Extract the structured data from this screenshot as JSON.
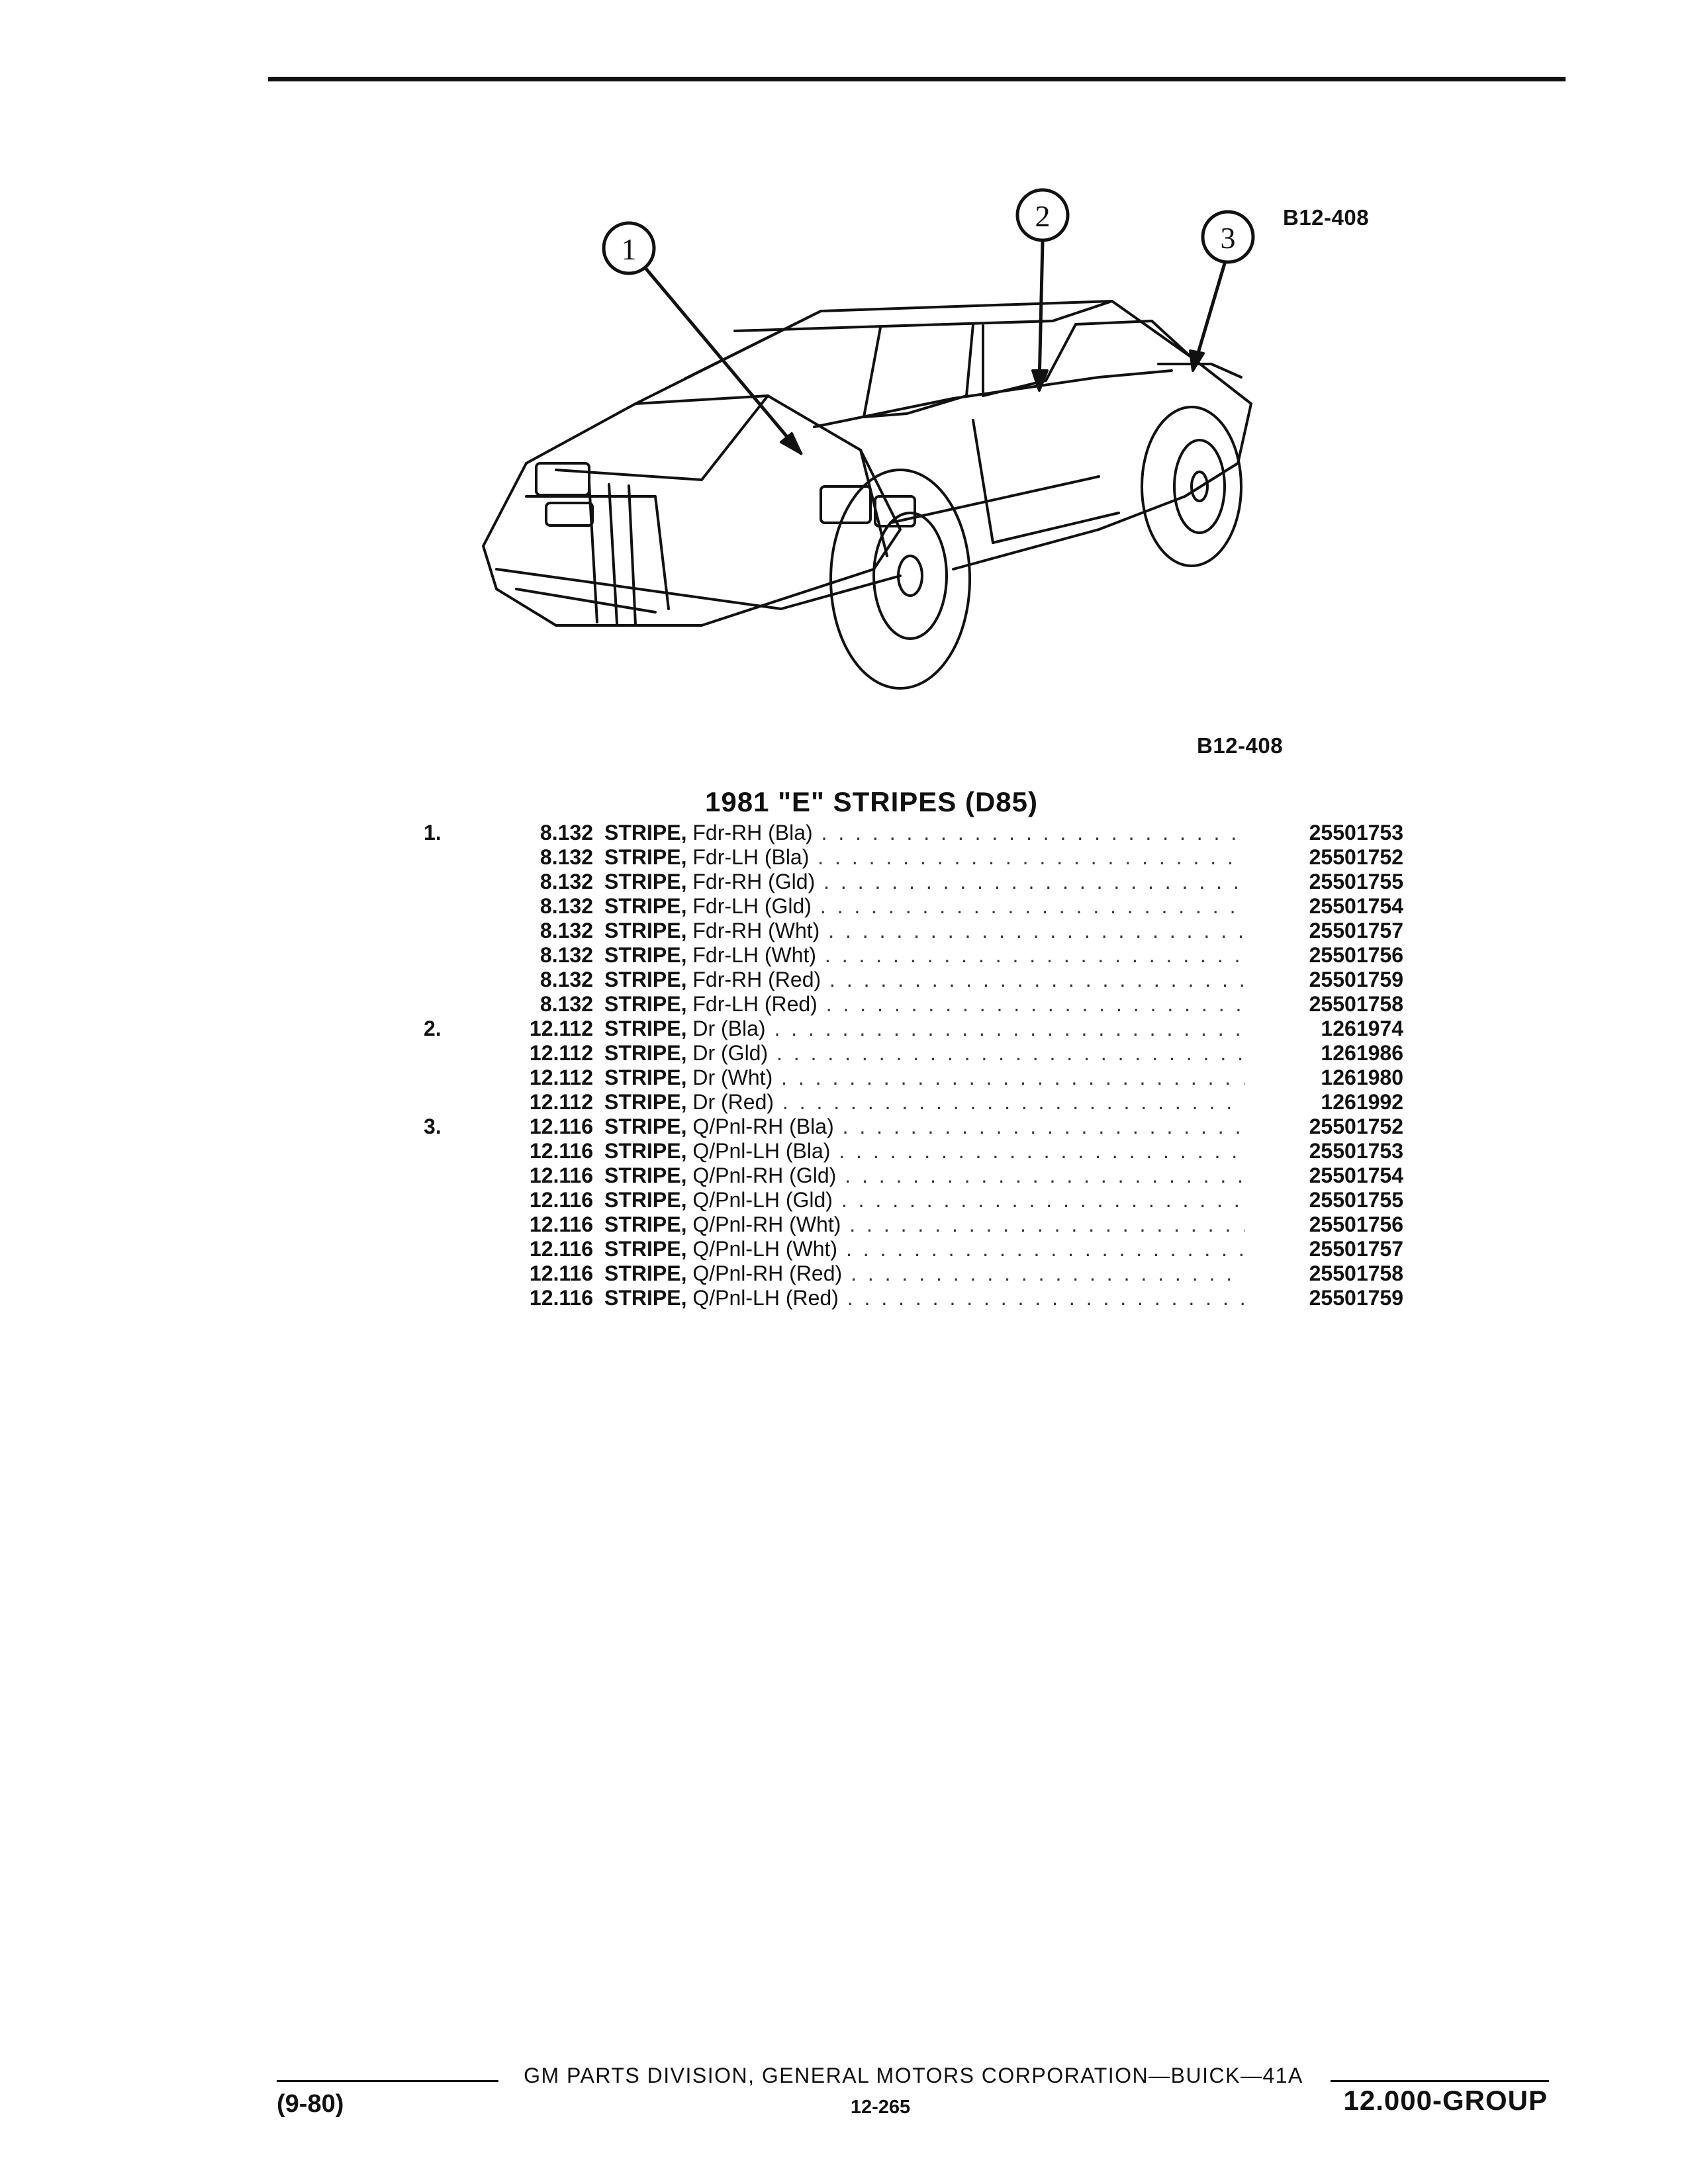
{
  "figure": {
    "label_top": "B12-408",
    "label_bottom": "B12-408",
    "callouts": [
      "1",
      "2",
      "3"
    ]
  },
  "section_title": "1981 \"E\" STRIPES (D85)",
  "parts": [
    {
      "index": "1.",
      "group": "8.132",
      "name": "STRIPE,",
      "spec": "Fdr-RH (Bla)",
      "part_no": "25501753"
    },
    {
      "index": "",
      "group": "8.132",
      "name": "STRIPE,",
      "spec": "Fdr-LH (Bla)",
      "part_no": "25501752"
    },
    {
      "index": "",
      "group": "8.132",
      "name": "STRIPE,",
      "spec": "Fdr-RH (Gld)",
      "part_no": "25501755"
    },
    {
      "index": "",
      "group": "8.132",
      "name": "STRIPE,",
      "spec": "Fdr-LH (Gld)",
      "part_no": "25501754"
    },
    {
      "index": "",
      "group": "8.132",
      "name": "STRIPE,",
      "spec": "Fdr-RH (Wht)",
      "part_no": "25501757"
    },
    {
      "index": "",
      "group": "8.132",
      "name": "STRIPE,",
      "spec": "Fdr-LH (Wht)",
      "part_no": "25501756"
    },
    {
      "index": "",
      "group": "8.132",
      "name": "STRIPE,",
      "spec": "Fdr-RH (Red)",
      "part_no": "25501759"
    },
    {
      "index": "",
      "group": "8.132",
      "name": "STRIPE,",
      "spec": "Fdr-LH (Red)",
      "part_no": "25501758"
    },
    {
      "index": "2.",
      "group": "12.112",
      "name": "STRIPE,",
      "spec": "Dr (Bla)",
      "part_no": "1261974"
    },
    {
      "index": "",
      "group": "12.112",
      "name": "STRIPE,",
      "spec": "Dr (Gld)",
      "part_no": "1261986"
    },
    {
      "index": "",
      "group": "12.112",
      "name": "STRIPE,",
      "spec": "Dr (Wht)",
      "part_no": "1261980"
    },
    {
      "index": "",
      "group": "12.112",
      "name": "STRIPE,",
      "spec": "Dr (Red)",
      "part_no": "1261992"
    },
    {
      "index": "3.",
      "group": "12.116",
      "name": "STRIPE,",
      "spec": "Q/Pnl-RH (Bla)",
      "part_no": "25501752"
    },
    {
      "index": "",
      "group": "12.116",
      "name": "STRIPE,",
      "spec": "Q/Pnl-LH (Bla)",
      "part_no": "25501753"
    },
    {
      "index": "",
      "group": "12.116",
      "name": "STRIPE,",
      "spec": "Q/Pnl-RH (Gld)",
      "part_no": "25501754"
    },
    {
      "index": "",
      "group": "12.116",
      "name": "STRIPE,",
      "spec": "Q/Pnl-LH (Gld)",
      "part_no": "25501755"
    },
    {
      "index": "",
      "group": "12.116",
      "name": "STRIPE,",
      "spec": "Q/Pnl-RH (Wht)",
      "part_no": "25501756"
    },
    {
      "index": "",
      "group": "12.116",
      "name": "STRIPE,",
      "spec": "Q/Pnl-LH (Wht)",
      "part_no": "25501757"
    },
    {
      "index": "",
      "group": "12.116",
      "name": "STRIPE,",
      "spec": "Q/Pnl-RH (Red)",
      "part_no": "25501758"
    },
    {
      "index": "",
      "group": "12.116",
      "name": "STRIPE,",
      "spec": "Q/Pnl-LH (Red)",
      "part_no": "25501759"
    }
  ],
  "footer": {
    "center": "GM PARTS DIVISION, GENERAL MOTORS CORPORATION—BUICK—41A",
    "date": "(9-80)",
    "page": "12-265",
    "group": "12.000-GROUP"
  }
}
